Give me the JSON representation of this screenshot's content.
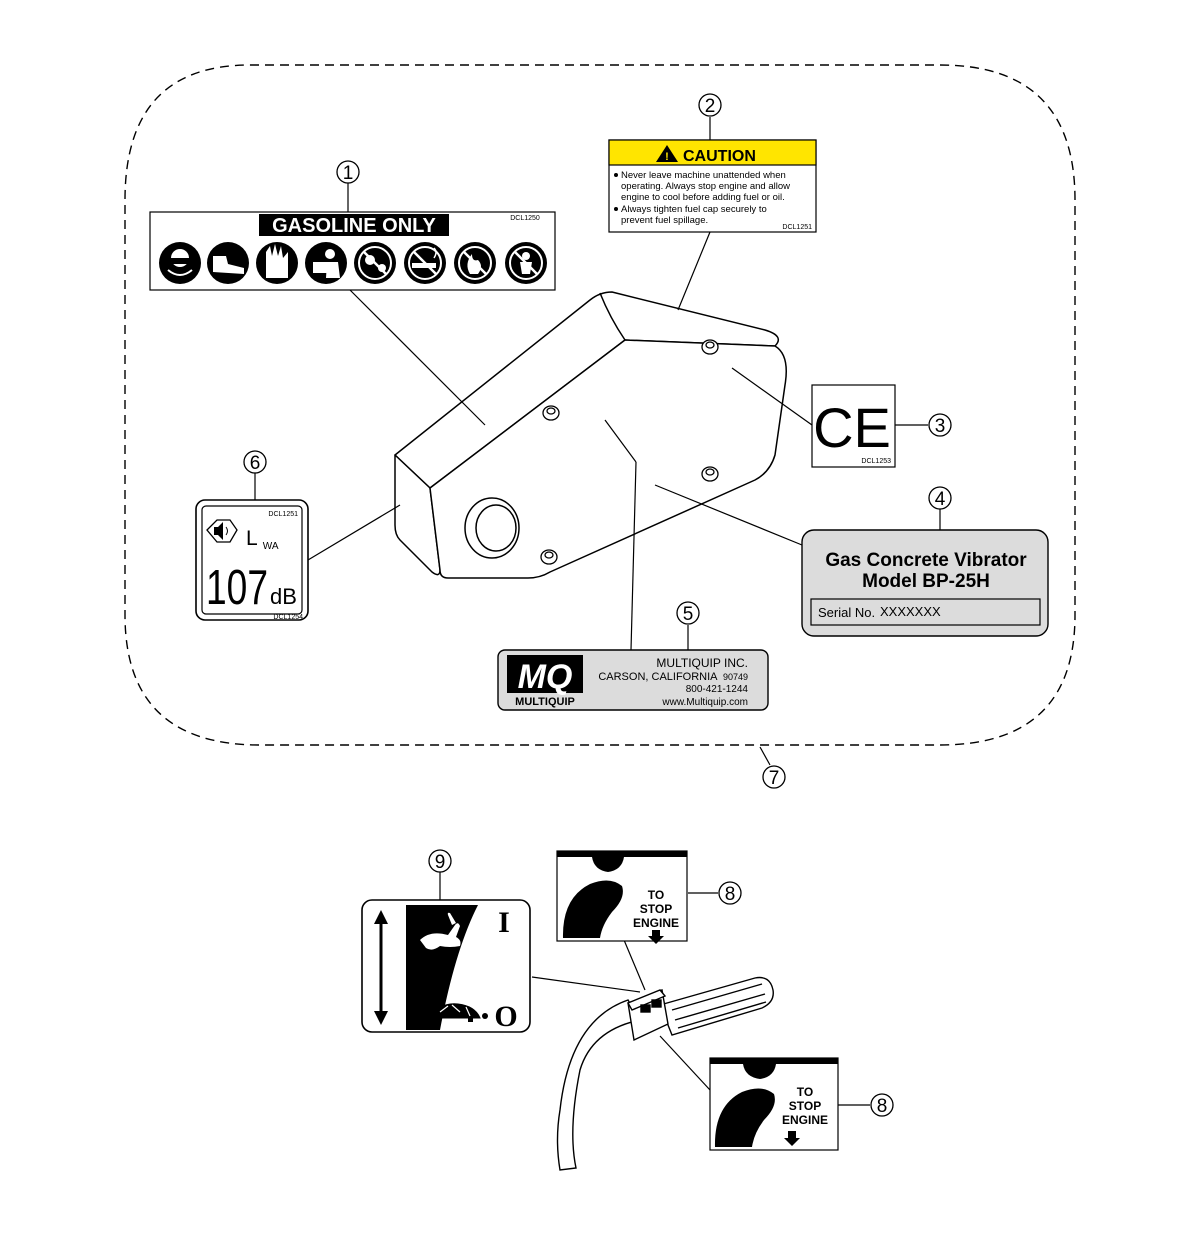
{
  "callouts": {
    "c1": "1",
    "c2": "2",
    "c3": "3",
    "c4": "4",
    "c5": "5",
    "c6": "6",
    "c7": "7",
    "c8a": "8",
    "c8b": "8",
    "c9": "9"
  },
  "gasoline_decal": {
    "title": "GASOLINE ONLY",
    "code": "DCL1250",
    "icons": [
      "eye-ear-protection-icon",
      "safety-boots-icon",
      "gloves-icon",
      "read-manual-icon",
      "no-unguarded-belt-icon",
      "no-smoking-icon",
      "no-fire-icon",
      "no-bystanders-icon"
    ]
  },
  "caution_decal": {
    "heading": "CAUTION",
    "bullet1_line1": "Never leave machine unattended when",
    "bullet1_line2": "operating. Always stop engine and allow",
    "bullet1_line3": "engine to cool before adding fuel or oil.",
    "bullet2_line1": "Always tighten fuel cap securely to",
    "bullet2_line2": "prevent fuel spillage.",
    "code": "DCL1251",
    "colors": {
      "header": "#FFE500"
    }
  },
  "ce_decal": {
    "mark": "CE",
    "code": "DCL1253"
  },
  "model_plate": {
    "line1": "Gas Concrete Vibrator",
    "line2": "Model BP-25H",
    "serial_label": "Serial No.",
    "serial_value": "XXXXXXX",
    "colors": {
      "plate": "#DCDCDC"
    }
  },
  "multiquip_plate": {
    "logo": "MQ",
    "logo_text": "MULTIQUIP",
    "company": "MULTIQUIP INC.",
    "address": "CARSON, CALIFORNIA",
    "zip": "90749",
    "phone": "800-421-1244",
    "web": "www.Multiquip.com",
    "colors": {
      "plate": "#DCDCDC"
    }
  },
  "noise_decal": {
    "code_top": "DCL1251",
    "l_symbol": "L",
    "l_sub": "WA",
    "value": "107",
    "unit": "dB",
    "code_bottom": "DCL1254",
    "icon": "ear-protection-icon"
  },
  "stop_engine_decal": {
    "line1": "TO",
    "line2": "STOP",
    "line3": "ENGINE"
  },
  "throttle_decal": {
    "on_symbol": "I",
    "off_symbol": "O",
    "fast_icon": "rabbit-icon",
    "slow_icon": "turtle-icon"
  }
}
